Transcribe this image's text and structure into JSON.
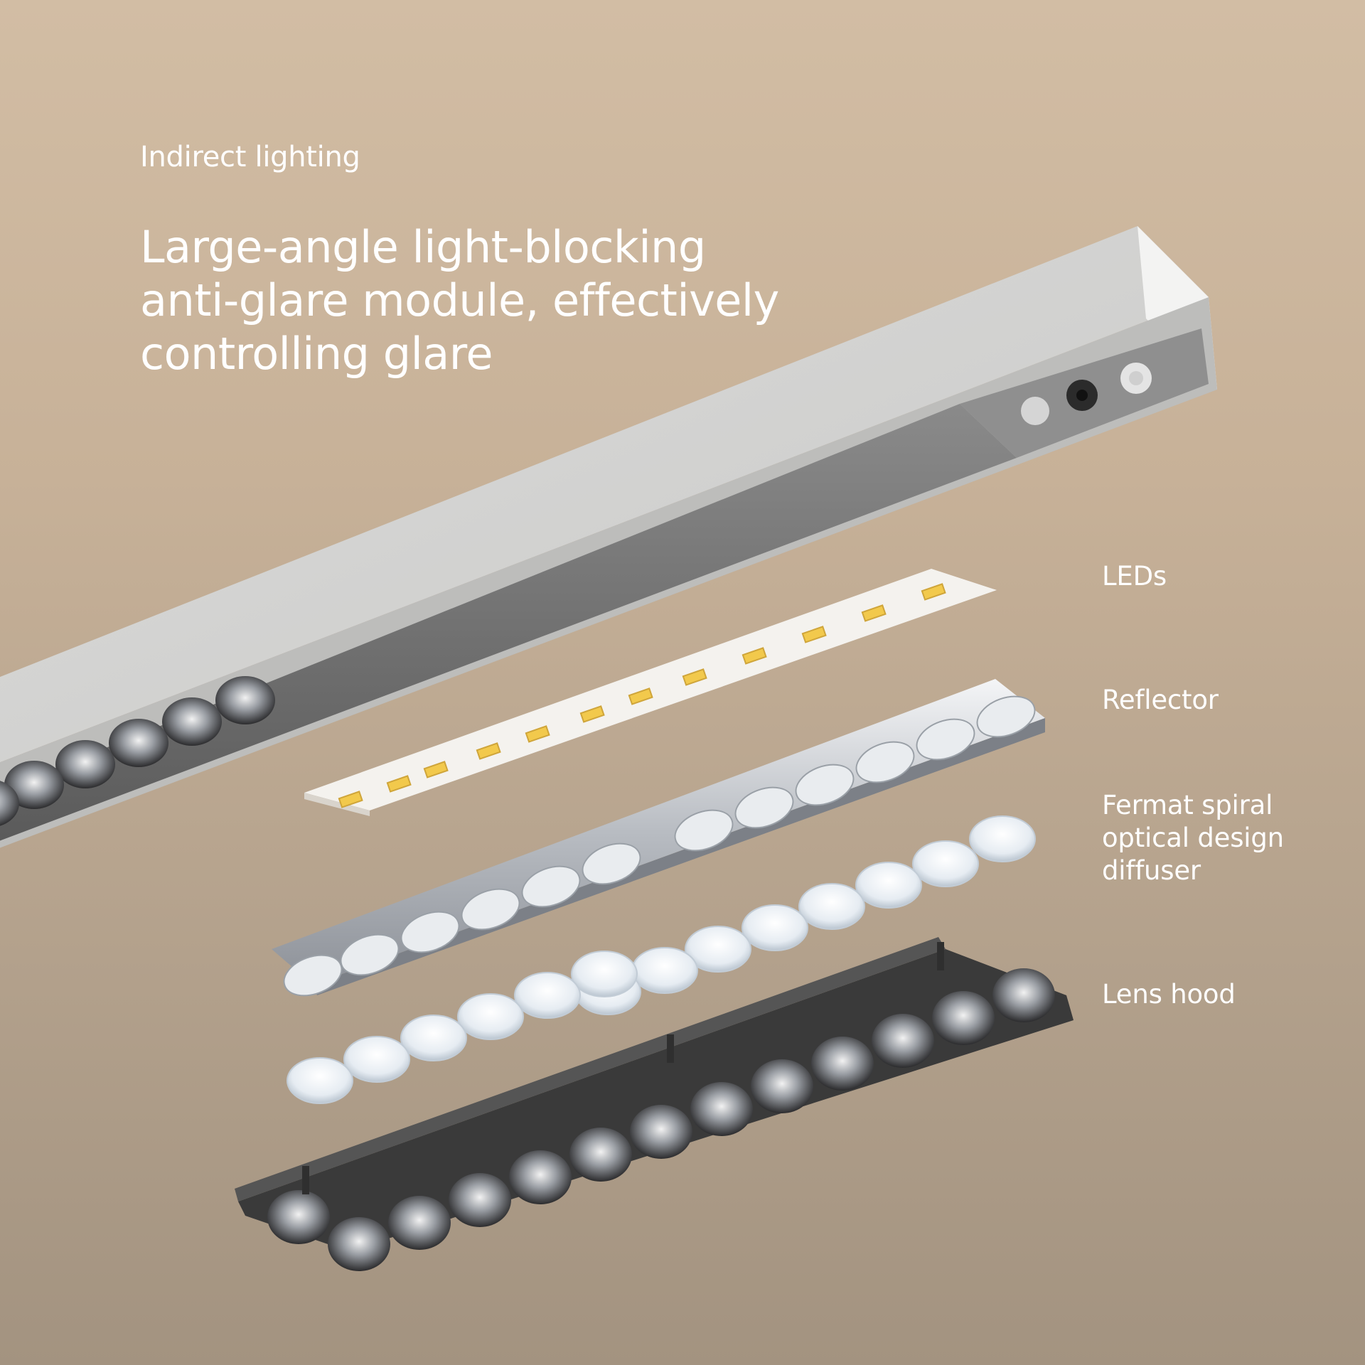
{
  "eyebrow": "Indirect lighting",
  "headline": {
    "lines": [
      "Large-angle light-blocking",
      "anti-glare module, effectively",
      "controlling glare"
    ]
  },
  "callouts": {
    "leds": "LEDs",
    "reflector": "Reflector",
    "diffuser": {
      "lines": [
        "Fermat spiral",
        "optical design",
        "diffuser"
      ]
    },
    "lens_hood": "Lens hood"
  },
  "colors": {
    "text": "#ffffff",
    "housing": "#d7d7d5",
    "housing_shadow": "#b9b9b7",
    "channel": "#6e6e6e",
    "hood": "#3a3a3a",
    "led_chip": "#f2c94c",
    "reflector": "#c9ccd0"
  }
}
